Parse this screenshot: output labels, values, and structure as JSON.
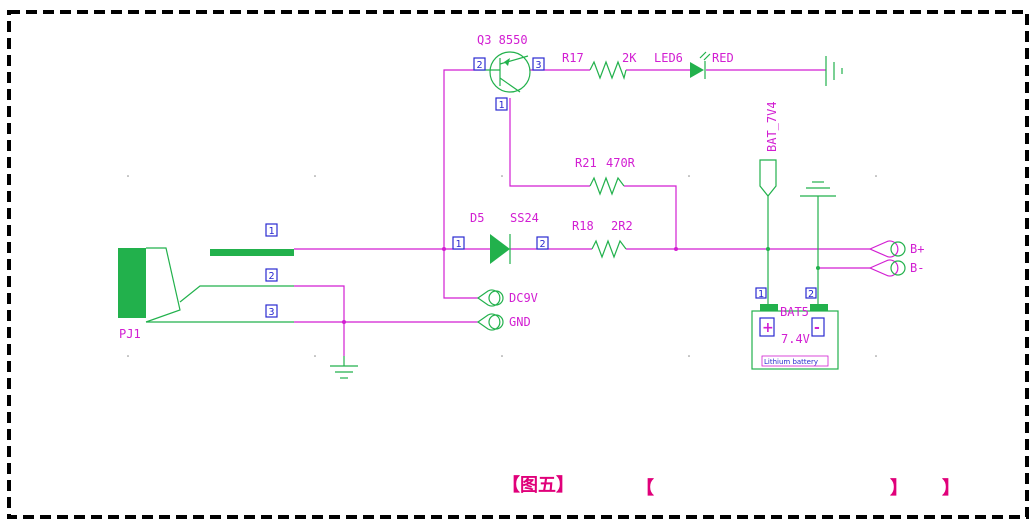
{
  "caption": {
    "title": "【图五】",
    "bracket_open": "【",
    "bracket_close_1": "】",
    "bracket_close_2": "】"
  },
  "connector": {
    "name": "PJ1",
    "pins": [
      "1",
      "2",
      "3"
    ]
  },
  "transistor": {
    "name": "Q3 8550",
    "pins": [
      "2",
      "3",
      "1"
    ]
  },
  "resistors": {
    "r17": {
      "name": "R17",
      "value": "2K"
    },
    "r21": {
      "name": "R21",
      "value": "470R"
    },
    "r18": {
      "name": "R18",
      "value": "2R2"
    }
  },
  "led": {
    "name": "LED6",
    "color": "RED"
  },
  "diode": {
    "name": "D5",
    "part": "SS24",
    "pins": [
      "1",
      "2"
    ]
  },
  "net_labels": {
    "bat": "BAT_7V4",
    "dc9v": "DC9V",
    "gnd": "GND",
    "b_plus": "B+",
    "b_minus": "B-"
  },
  "battery": {
    "name": "BAT5",
    "voltage": "7.4V",
    "plus": "+",
    "minus": "-",
    "type": "Lithium battery",
    "pins": [
      "1",
      "2"
    ]
  },
  "colors": {
    "wire": "#d21ed2",
    "component": "#22b14c",
    "pin_number": "#2a2ad0",
    "caption": "#e0007a",
    "border": "#000000"
  }
}
